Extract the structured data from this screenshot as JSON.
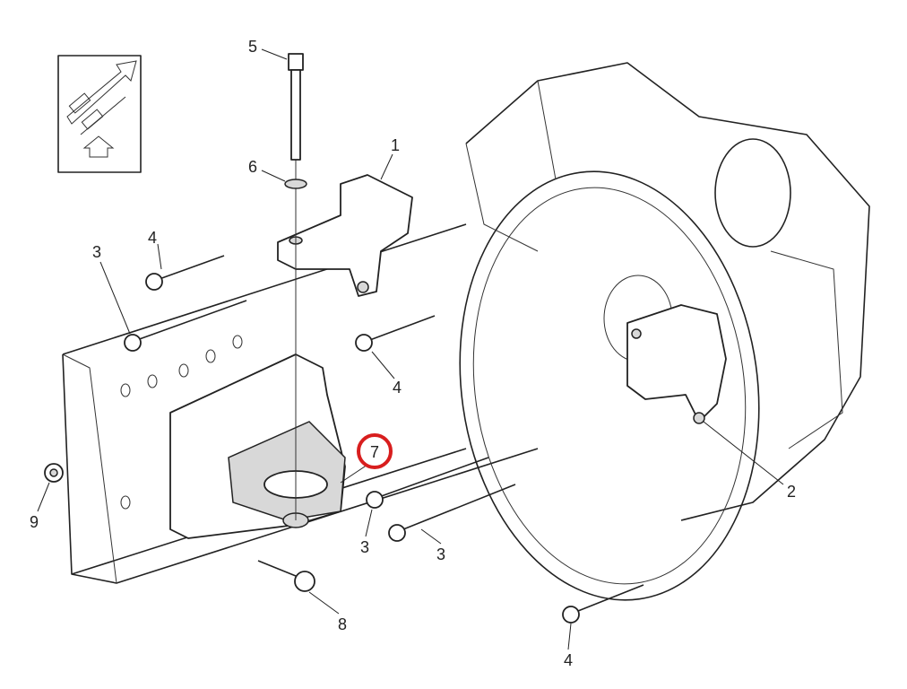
{
  "diagram": {
    "title": "Transmission mount exploded view",
    "highlight_color": "#d81e1e",
    "highlighted_callout": "7",
    "orientation_icon": "front-direction-arrow-icon",
    "callouts": {
      "c5": "5",
      "c6": "6",
      "c1": "1",
      "c4a": "4",
      "c3a": "3",
      "c4b": "4",
      "c7": "7",
      "c2": "2",
      "c9": "9",
      "c3b": "3",
      "c3c": "3",
      "c8": "8",
      "c4c": "4"
    }
  }
}
